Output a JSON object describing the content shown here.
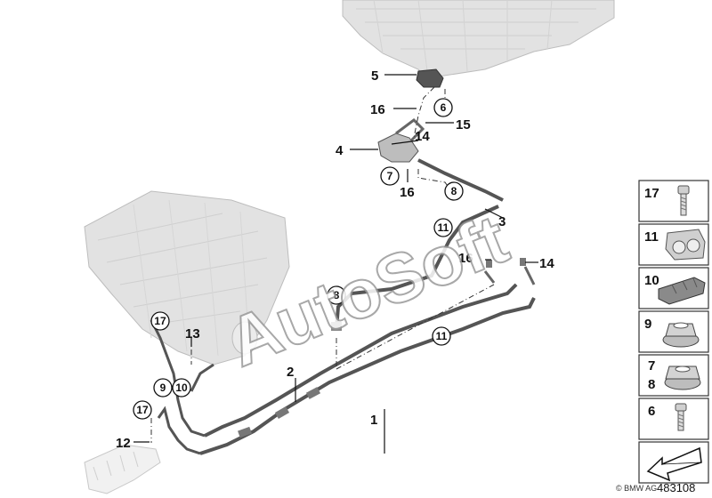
{
  "watermark": "AutoSoft",
  "callouts": {
    "c1": "1",
    "c2": "2",
    "c3": "3",
    "c4": "4",
    "c5": "5",
    "c6": "6",
    "c7": "7",
    "c8a": "8",
    "c8b": "8",
    "c9": "9",
    "c10": "10",
    "c11a": "11",
    "c11b": "11",
    "c12": "12",
    "c13": "13",
    "c14a": "14",
    "c14b": "14",
    "c15": "15",
    "c16a": "16",
    "c16b": "16",
    "c16c": "16",
    "c17a": "17",
    "c17b": "17"
  },
  "legend": {
    "items": [
      "17",
      "11",
      "10",
      "9",
      "7",
      "8",
      "6"
    ]
  },
  "footer": {
    "copyright": "© BMW AG",
    "diagram_id": "483108"
  }
}
